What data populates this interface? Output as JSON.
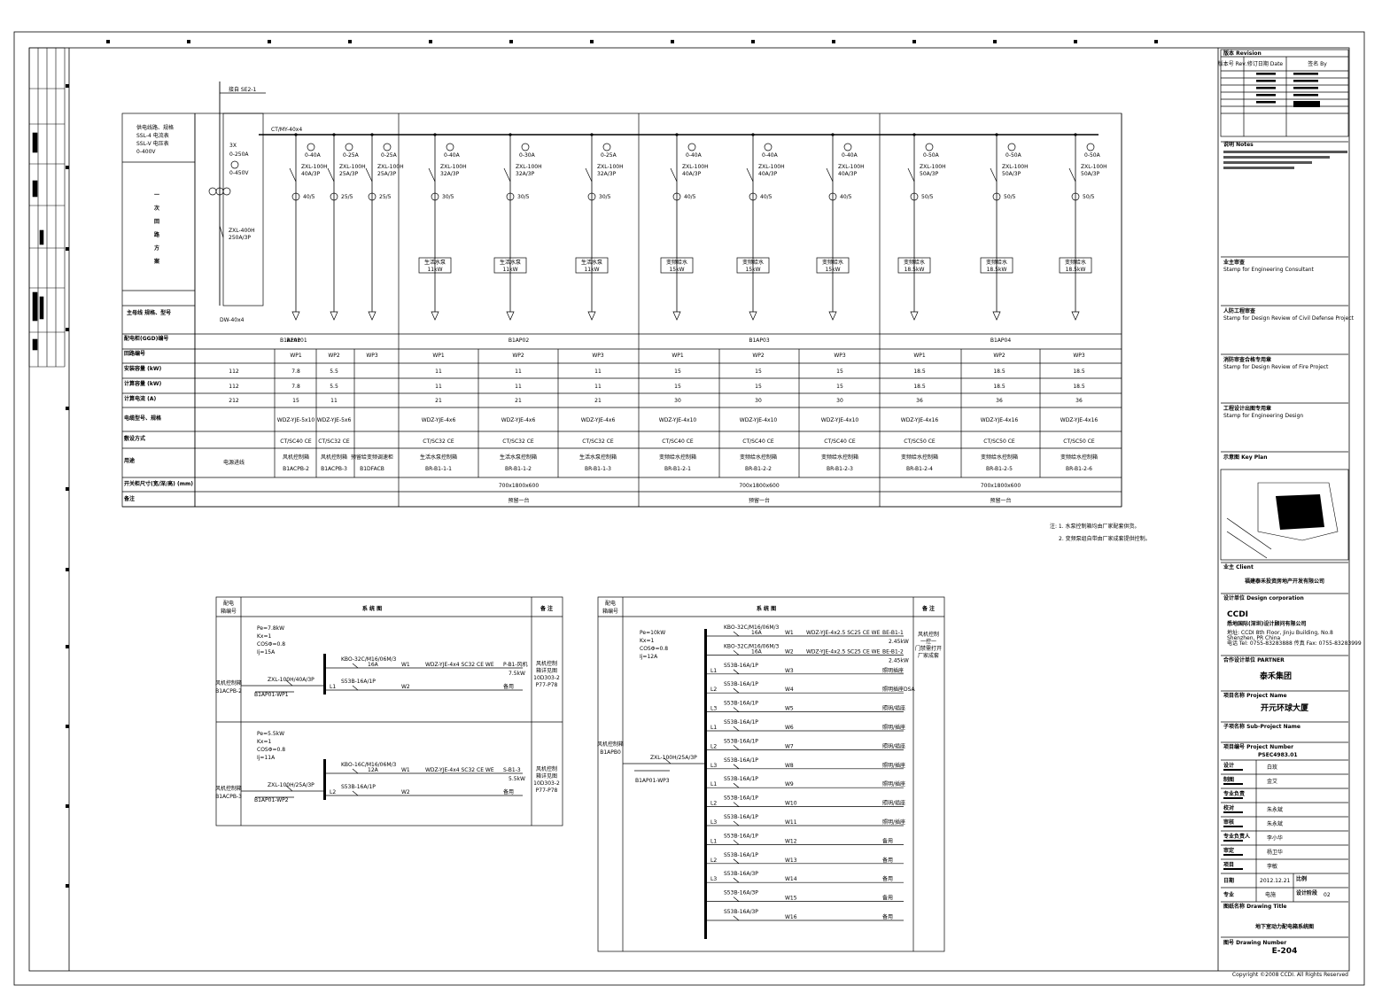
{
  "main_table": {
    "source_label": "接自 SE2-1",
    "busbar_label": "CT/MY-40x4",
    "row_headers": {
      "supply": "供电线路、规格",
      "onewire": "一 次 回 路 方 案",
      "main_spec": "主母线  规格、型号",
      "cabinet_no": "配电柜(GGD)编号",
      "circuit_no": "回路编号",
      "installed": "安装容量 (kW)",
      "calc_power": "计算容量 (kW)",
      "calc_current": "计算电流 (A)",
      "cable": "电缆型号、规格",
      "laying": "敷设方式",
      "usage": "用途",
      "size": "开关柜尺寸(宽/深/高) (mm)",
      "remark": "备注"
    },
    "supply_lines": [
      "供电线路、规格",
      "SSL-4 电流表",
      "SSL-V 电压表",
      "0-400V"
    ],
    "incomer": {
      "ct": "3X",
      "ct_rating": "0-250A",
      "voltmeter": "0-450V",
      "breaker": "ZXL-400H",
      "breaker_rating": "250A/3P",
      "spec": "DW-40x4",
      "cab_no": "B1AP01",
      "installed": "112",
      "calc": "112",
      "current": "212",
      "usage": "电源进线"
    },
    "panels": [
      {
        "id": "B1AP01",
        "width_label": "",
        "feeders": [
          {
            "no": "WP1",
            "ammeter": "0-40A",
            "breaker": "ZXL-100H",
            "breaker_rating": "40A/3P",
            "ct": "40/5",
            "installed": "7.8",
            "calc": "7.8",
            "current": "15",
            "cable": "WDZ-YJE-5x10",
            "laying": "CT/SC40 CE",
            "usage": "风机控制箱",
            "usage2": "B1ACPB-2"
          },
          {
            "no": "WP2",
            "ammeter": "0-25A",
            "breaker": "ZXL-100H",
            "breaker_rating": "25A/3P",
            "ct": "25/5",
            "installed": "5.5",
            "calc": "5.5",
            "current": "11",
            "cable": "WDZ-YJE-5x6",
            "laying": "CT/SC32 CE",
            "usage": "风机控制箱",
            "usage2": "B1ACPB-3"
          },
          {
            "no": "WP3",
            "ammeter": "0-25A",
            "breaker": "ZXL-100H",
            "breaker_rating": "25A/3P",
            "ct": "25/5",
            "installed": "",
            "calc": "",
            "current": "",
            "cable": "",
            "laying": "",
            "usage": "预留给变频调速柜",
            "usage2": "B1DFACB"
          }
        ]
      },
      {
        "id": "B1AP02",
        "size": "700x1800x600",
        "remark": "预留一台",
        "feeders": [
          {
            "no": "WP1",
            "ammeter": "0-40A",
            "breaker": "ZXL-100H",
            "breaker_rating": "32A/3P",
            "ct": "30/5",
            "box": "生活水泵",
            "box_kw": "11kW",
            "installed": "11",
            "calc": "11",
            "current": "21",
            "cable": "WDZ-YJE-4x6",
            "laying": "CT/SC32 CE",
            "usage": "生活水泵控制箱",
            "usage2": "BR-B1-1-1"
          },
          {
            "no": "WP2",
            "ammeter": "0-30A",
            "breaker": "ZXL-100H",
            "breaker_rating": "32A/3P",
            "ct": "30/5",
            "box": "生活水泵",
            "box_kw": "11kW",
            "installed": "11",
            "calc": "11",
            "current": "21",
            "cable": "WDZ-YJE-4x6",
            "laying": "CT/SC32 CE",
            "usage": "生活水泵控制箱",
            "usage2": "BR-B1-1-2"
          },
          {
            "no": "WP3",
            "ammeter": "0-25A",
            "breaker": "ZXL-100H",
            "breaker_rating": "32A/3P",
            "ct": "30/5",
            "box": "生活水泵",
            "box_kw": "11kW",
            "installed": "11",
            "calc": "11",
            "current": "21",
            "cable": "WDZ-YJE-4x6",
            "laying": "CT/SC32 CE",
            "usage": "生活水泵控制箱",
            "usage2": "BR-B1-1-3"
          }
        ]
      },
      {
        "id": "B1AP03",
        "size": "700x1800x600",
        "remark": "预留一台",
        "feeders": [
          {
            "no": "WP1",
            "ammeter": "0-40A",
            "breaker": "ZXL-100H",
            "breaker_rating": "40A/3P",
            "ct": "40/5",
            "box": "变频给水",
            "box_kw": "15kW",
            "installed": "15",
            "calc": "15",
            "current": "30",
            "cable": "WDZ-YJE-4x10",
            "laying": "CT/SC40 CE",
            "usage": "变频给水控制箱",
            "usage2": "BR-B1-2-1"
          },
          {
            "no": "WP2",
            "ammeter": "0-40A",
            "breaker": "ZXL-100H",
            "breaker_rating": "40A/3P",
            "ct": "40/5",
            "box": "变频给水",
            "box_kw": "15kW",
            "installed": "15",
            "calc": "15",
            "current": "30",
            "cable": "WDZ-YJE-4x10",
            "laying": "CT/SC40 CE",
            "usage": "变频给水控制箱",
            "usage2": "BR-B1-2-2"
          },
          {
            "no": "WP3",
            "ammeter": "0-40A",
            "breaker": "ZXL-100H",
            "breaker_rating": "40A/3P",
            "ct": "40/5",
            "box": "变频给水",
            "box_kw": "15kW",
            "installed": "15",
            "calc": "15",
            "current": "30",
            "cable": "WDZ-YJE-4x10",
            "laying": "CT/SC40 CE",
            "usage": "变频给水控制箱",
            "usage2": "BR-B1-2-3"
          }
        ]
      },
      {
        "id": "B1AP04",
        "size": "700x1800x600",
        "remark": "预留一台",
        "feeders": [
          {
            "no": "WP1",
            "ammeter": "0-50A",
            "breaker": "ZXL-100H",
            "breaker_rating": "50A/3P",
            "ct": "50/5",
            "box": "变频给水",
            "box_kw": "18.5kW",
            "installed": "18.5",
            "calc": "18.5",
            "current": "36",
            "cable": "WDZ-YJE-4x16",
            "laying": "CT/SC50 CE",
            "usage": "变频给水控制箱",
            "usage2": "BR-B1-2-4"
          },
          {
            "no": "WP2",
            "ammeter": "0-50A",
            "breaker": "ZXL-100H",
            "breaker_rating": "50A/3P",
            "ct": "50/5",
            "box": "变频给水",
            "box_kw": "18.5kW",
            "installed": "18.5",
            "calc": "18.5",
            "current": "36",
            "cable": "WDZ-YJE-4x16",
            "laying": "CT/SC50 CE",
            "usage": "变频给水控制箱",
            "usage2": "BR-B1-2-5"
          },
          {
            "no": "WP3",
            "ammeter": "0-50A",
            "breaker": "ZXL-100H",
            "breaker_rating": "50A/3P",
            "ct": "50/5",
            "box": "变频给水",
            "box_kw": "18.5kW",
            "installed": "18.5",
            "calc": "18.5",
            "current": "36",
            "cable": "WDZ-YJE-4x16",
            "laying": "CT/SC50 CE",
            "usage": "变频给水控制箱",
            "usage2": "BR-B1-2-6"
          }
        ]
      }
    ]
  },
  "notes": [
    "注: 1. 水泵控制箱均由厂家配套供货。",
    "2. 变频泵组自带由厂家成套提供控制。"
  ],
  "box_left": {
    "h_box": "配电箱编号",
    "h_system": "系 统 图",
    "h_remark": "备 注",
    "boxes": [
      {
        "id": "风机控制箱",
        "id2": "B1ACPB-2",
        "params": [
          "Pe=7.8kW",
          "Kx=1",
          "COSΦ=0.8",
          "Ij=15A"
        ],
        "main_breaker": "ZXL-100H/40A/3P",
        "src": "B1AP01-WP1",
        "circuits": [
          {
            "ph": "",
            "breaker": "KBO-32C/M16/06M/3",
            "rating": "16A",
            "no": "W1",
            "cable": "WDZ-YJE-4x4 SC32 CE WE",
            "load": "P-B1-风机",
            "load2": "7.5kW"
          },
          {
            "ph": "L1",
            "breaker": "S53B-16A/1P",
            "rating": "",
            "no": "W2",
            "cable": "",
            "load": "备用",
            "load2": ""
          }
        ],
        "remark": [
          "风机控制",
          "箱详见图",
          "10D303-2",
          "P77-P78"
        ]
      },
      {
        "id": "风机控制箱",
        "id2": "B1ACPB-3",
        "params": [
          "Pe=5.5kW",
          "Kx=1",
          "COSΦ=0.8",
          "Ij=11A"
        ],
        "main_breaker": "ZXL-100H/25A/3P",
        "src": "B1AP01-WP2",
        "circuits": [
          {
            "ph": "",
            "breaker": "KBO-16C/M16/06M/3",
            "rating": "12A",
            "no": "W1",
            "cable": "WDZ-YJE-4x4 SC32 CE WE",
            "load": "S-B1-3",
            "load2": "5.5kW"
          },
          {
            "ph": "L2",
            "breaker": "S53B-16A/1P",
            "rating": "",
            "no": "W2",
            "cable": "",
            "load": "备用",
            "load2": ""
          }
        ],
        "remark": [
          "风机控制",
          "箱详见图",
          "10D303-2",
          "P77-P78"
        ]
      }
    ]
  },
  "box_right": {
    "h_box": "配电箱编号",
    "h_system": "系 统 图",
    "h_remark": "备 注",
    "id": "风机控制箱",
    "id2": "B1APB0",
    "params": [
      "Pe=10kW",
      "Kx=1",
      "COSΦ=0.8",
      "Ij=12A"
    ],
    "main_breaker": "ZXL-100H/25A/3P",
    "src": "B1AP01-WP3",
    "circuits": [
      {
        "ph": "",
        "breaker": "KBO-32C/M16/06M/3",
        "rating": "16A",
        "no": "W1",
        "cable": "WDZ-YJE-4x2.5 SC25 CE WE",
        "load": "BE-B1-1",
        "load2": "2.45kW"
      },
      {
        "ph": "",
        "breaker": "KBO-32C/M16/06M/3",
        "rating": "16A",
        "no": "W2",
        "cable": "WDZ-YJE-4x2.5 SC25 CE WE",
        "load": "BE-B1-2",
        "load2": "2.45kW"
      },
      {
        "ph": "L1",
        "breaker": "S53B-16A/1P",
        "no": "W3",
        "load": "照明插座"
      },
      {
        "ph": "L2",
        "breaker": "S53B-16A/1P",
        "no": "W4",
        "load": "照明插座DSA"
      },
      {
        "ph": "L3",
        "breaker": "S53B-16A/1P",
        "no": "W5",
        "load": "照明/插座"
      },
      {
        "ph": "L1",
        "breaker": "S53B-16A/1P",
        "no": "W6",
        "load": "照明/插座"
      },
      {
        "ph": "L2",
        "breaker": "S53B-16A/1P",
        "no": "W7",
        "load": "照明/插座"
      },
      {
        "ph": "L3",
        "breaker": "S53B-16A/1P",
        "no": "W8",
        "load": "照明/插座"
      },
      {
        "ph": "L1",
        "breaker": "S53B-16A/1P",
        "no": "W9",
        "load": "照明/插座"
      },
      {
        "ph": "L2",
        "breaker": "S53B-16A/1P",
        "no": "W10",
        "load": "照明/插座"
      },
      {
        "ph": "L3",
        "breaker": "S53B-16A/1P",
        "no": "W11",
        "load": "照明/插座"
      },
      {
        "ph": "L1",
        "breaker": "S53B-16A/1P",
        "no": "W12",
        "load": "备用"
      },
      {
        "ph": "L2",
        "breaker": "S53B-16A/1P",
        "no": "W13",
        "load": "备用"
      },
      {
        "ph": "L3",
        "breaker": "S53B-16A/3P",
        "no": "W14",
        "load": "备用"
      },
      {
        "ph": "",
        "breaker": "S53B-16A/3P",
        "no": "W15",
        "load": "备用"
      },
      {
        "ph": "",
        "breaker": "S53B-16A/3P",
        "no": "W16",
        "load": "备用"
      }
    ],
    "remark": [
      "风机控制",
      "一控一",
      "门禁需打开",
      "厂家成套"
    ]
  },
  "title_block": {
    "revision_header": "版本 Revision",
    "rev_cols": [
      "版本号 Rev.",
      "修订日期 Date",
      "签名 By"
    ],
    "notes_label": "说明 Notes",
    "notes_text": "图纸中所有尺寸以毫米计算，标高以米计算。所有尺寸以图纸上标注为准，请勿直接量取图纸。施工前请核对所有尺寸及现场情况，如有差异请及时通知设计单位。",
    "stamp1": "业主审查 Stamp for Engineering Consultant",
    "stamp2": "人防工程审查 Stamp for Design Review of Civil Defense Project",
    "stamp3": "消防审查合格专用章 Stamp for Design Review of Fire Project",
    "stamp4": "工程设计出图专用章 Stamp for Engineering Design",
    "keyplan": "示意图 Key Plan",
    "client_label": "业主 Client",
    "client": "福建泰禾投资房地产开发有限公司",
    "design_label": "设计单位 Design corporation",
    "logo": "CCDI",
    "company": "悉地国际(深圳)设计顾问有限公司",
    "company_addr": [
      "地址: CCDI 8th Floor, Jinju Building, No.8",
      "Shenzhen, PR China",
      "电话 Tel: 0755-83283888 传真 Fax: 0755-83283999"
    ],
    "partner_label": "合作设计单位 PARTNER",
    "partner": "泰禾集团",
    "project_label": "项目名称 Project Name",
    "project": "开元环球大厦",
    "subproject_label": "子项名称 Sub-Project Name",
    "projno_label": "项目编号 Project Number",
    "projno": "PSEC4983.01",
    "roles": [
      {
        "role": "设计",
        "name": "白玫"
      },
      {
        "role": "制图",
        "name": "金艾"
      },
      {
        "role": "专业负责",
        "name": ""
      },
      {
        "role": "校对",
        "name": "朱永斌"
      },
      {
        "role": "审核",
        "name": "朱永斌"
      },
      {
        "role": "专业负责人",
        "name": "李小华"
      },
      {
        "role": "审定",
        "name": "杨卫华"
      },
      {
        "role": "项目",
        "name": "李敏"
      }
    ],
    "date_label": "日期",
    "date": "2012.12.21",
    "scale_label": "比例",
    "discipline_label": "专业",
    "discipline": "电施",
    "phase_label": "设计阶段",
    "phase": "02",
    "drawing_title_label": "图纸名称 Drawing Title",
    "drawing_title": "地下室动力配电箱系统图",
    "drawing_no_label": "图号 Drawing Number",
    "drawing_no": "E-204",
    "copyright": "Copyright ©2008 CCDI. All Rights Reserved"
  }
}
